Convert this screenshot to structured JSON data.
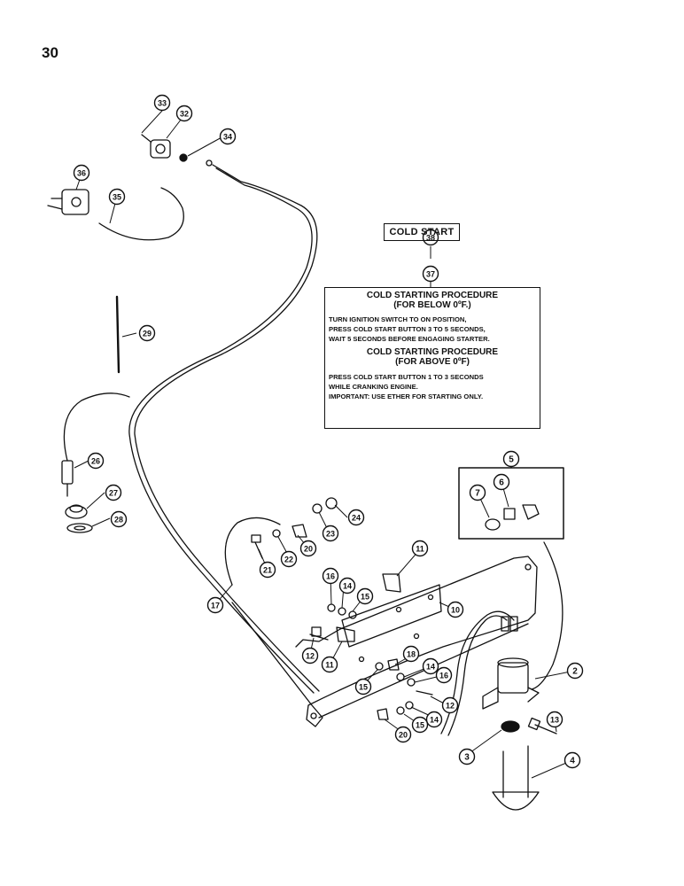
{
  "page_number": "30",
  "decal_label": "COLD START",
  "procedure": {
    "title1": "COLD STARTING PROCEDURE",
    "subtitle1": "(FOR BELOW 0ºF.)",
    "body1": [
      "TURN IGNITION SWITCH TO ON POSITION,",
      "PRESS COLD START BUTTON 3 TO 5 SECONDS,",
      "WAIT 5 SECONDS BEFORE ENGAGING STARTER."
    ],
    "title2": "COLD STARTING PROCEDURE",
    "subtitle2": "(FOR ABOVE 0ºF)",
    "body2": [
      "PRESS COLD START BUTTON 1 TO 3 SECONDS",
      "WHILE CRANKING ENGINE.",
      "IMPORTANT: USE ETHER FOR STARTING ONLY."
    ]
  },
  "callouts": [
    {
      "id": "c33",
      "label": "33"
    },
    {
      "id": "c32",
      "label": "32"
    },
    {
      "id": "c34",
      "label": "34"
    },
    {
      "id": "c36",
      "label": "36"
    },
    {
      "id": "c35",
      "label": "35"
    },
    {
      "id": "c38",
      "label": "38"
    },
    {
      "id": "c37",
      "label": "37"
    },
    {
      "id": "c29",
      "label": "29"
    },
    {
      "id": "c26",
      "label": "26"
    },
    {
      "id": "c27",
      "label": "27"
    },
    {
      "id": "c28",
      "label": "28"
    },
    {
      "id": "c5",
      "label": "5"
    },
    {
      "id": "c7",
      "label": "7"
    },
    {
      "id": "c6",
      "label": "6"
    },
    {
      "id": "c24",
      "label": "24"
    },
    {
      "id": "c23",
      "label": "23"
    },
    {
      "id": "c20a",
      "label": "20"
    },
    {
      "id": "c22",
      "label": "22"
    },
    {
      "id": "c21",
      "label": "21"
    },
    {
      "id": "c11a",
      "label": "11"
    },
    {
      "id": "c17",
      "label": "17"
    },
    {
      "id": "c16a",
      "label": "16"
    },
    {
      "id": "c14a",
      "label": "14"
    },
    {
      "id": "c15a",
      "label": "15"
    },
    {
      "id": "c10",
      "label": "10"
    },
    {
      "id": "c12a",
      "label": "12"
    },
    {
      "id": "c11b",
      "label": "11"
    },
    {
      "id": "c18",
      "label": "18"
    },
    {
      "id": "c14b",
      "label": "14"
    },
    {
      "id": "c16b",
      "label": "16"
    },
    {
      "id": "c15b",
      "label": "15"
    },
    {
      "id": "c2",
      "label": "2"
    },
    {
      "id": "c12b",
      "label": "12"
    },
    {
      "id": "c14c",
      "label": "14"
    },
    {
      "id": "c13",
      "label": "13"
    },
    {
      "id": "c20b",
      "label": "20"
    },
    {
      "id": "c15c",
      "label": "15"
    },
    {
      "id": "c3",
      "label": "3"
    },
    {
      "id": "c4",
      "label": "4"
    }
  ]
}
